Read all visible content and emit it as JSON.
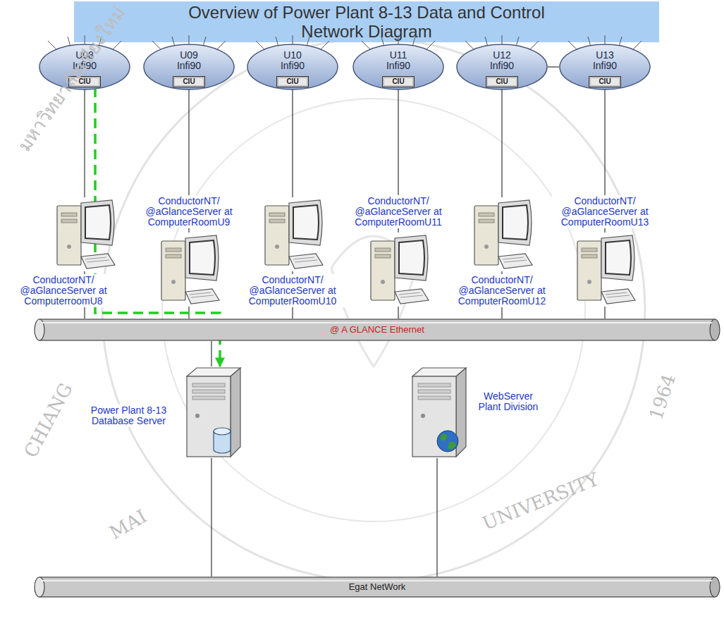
{
  "diagram": {
    "title": "Overview of Power Plant 8-13 Data and Control Network Diagram",
    "nodes": [
      {
        "text": [
          "U08",
          "Infi90"
        ]
      },
      {
        "text": [
          "CIU"
        ],
        "in": 0
      },
      {
        "text": [
          "U09",
          "Infi90"
        ]
      },
      {
        "text": [
          "CIU"
        ],
        "in": 2
      },
      {
        "text": [
          "U10",
          "Infi90"
        ]
      },
      {
        "text": [
          "CIU"
        ],
        "in": 4
      },
      {
        "text": [
          "U11",
          "Infi90"
        ]
      },
      {
        "text": [
          "CIU"
        ],
        "in": 6
      },
      {
        "text": [
          "U12",
          "Infi90"
        ]
      },
      {
        "text": [
          "CIU"
        ],
        "in": 8
      },
      {
        "text": [
          "U13",
          "Infi90"
        ]
      },
      {
        "text": [
          "CIU"
        ],
        "in": 10
      },
      {
        "text": [
          "ConductorNT/ @aGlanceServer at ComputerroomU8"
        ]
      },
      {
        "text": [
          "ConductorNT/ @aGlanceServer at ComputerRoomU9"
        ]
      },
      {
        "text": [
          "ConductorNT/ @aGlanceServer at ComputerRoomU10"
        ]
      },
      {
        "text": [
          "ConductorNT/ @aGlanceServer at ComputerRoomU11"
        ]
      },
      {
        "text": [
          "ConductorNT/ @aGlanceServer at ComputerRoomU12"
        ]
      },
      {
        "text": [
          "ConductorNT/ @aGlanceServer at ComputerRoomU13"
        ]
      },
      {
        "text": [
          "@ A GLANCE Ethernet"
        ]
      },
      {
        "text": [
          "Power Plant 8-13 Database Server"
        ]
      },
      {
        "text": [
          "WebServer Plant Division"
        ]
      },
      {
        "text": [
          "Egat NetWork"
        ]
      }
    ],
    "edges": [
      {
        "from": 1,
        "to": 12,
        "arrow": "none"
      },
      {
        "from": 3,
        "to": 13,
        "arrow": "none"
      },
      {
        "from": 5,
        "to": 14,
        "arrow": "none"
      },
      {
        "from": 7,
        "to": 15,
        "arrow": "none"
      },
      {
        "from": 9,
        "to": 16,
        "arrow": "none"
      },
      {
        "from": 11,
        "to": 17,
        "arrow": "none"
      },
      {
        "from": 12,
        "to": 18,
        "arrow": "none"
      },
      {
        "from": 13,
        "to": 18,
        "arrow": "none"
      },
      {
        "from": 14,
        "to": 18,
        "arrow": "none"
      },
      {
        "from": 15,
        "to": 18,
        "arrow": "none"
      },
      {
        "from": 16,
        "to": 18,
        "arrow": "none"
      },
      {
        "from": 17,
        "to": 18,
        "arrow": "none"
      },
      {
        "from": 18,
        "to": 19,
        "arrow": "none"
      },
      {
        "from": 19,
        "to": 21,
        "arrow": "none"
      },
      {
        "from": 20,
        "to": 21,
        "arrow": "none"
      },
      {
        "from": 8,
        "to": 10,
        "arrow": "none"
      },
      {
        "from": 1,
        "to": 19,
        "arrow": "to"
      }
    ],
    "labels": [
      "มหาวิทยาลัยเชียงใหม่",
      "CHIANG",
      "MAI",
      "UNIVERSITY",
      "1964"
    ]
  }
}
